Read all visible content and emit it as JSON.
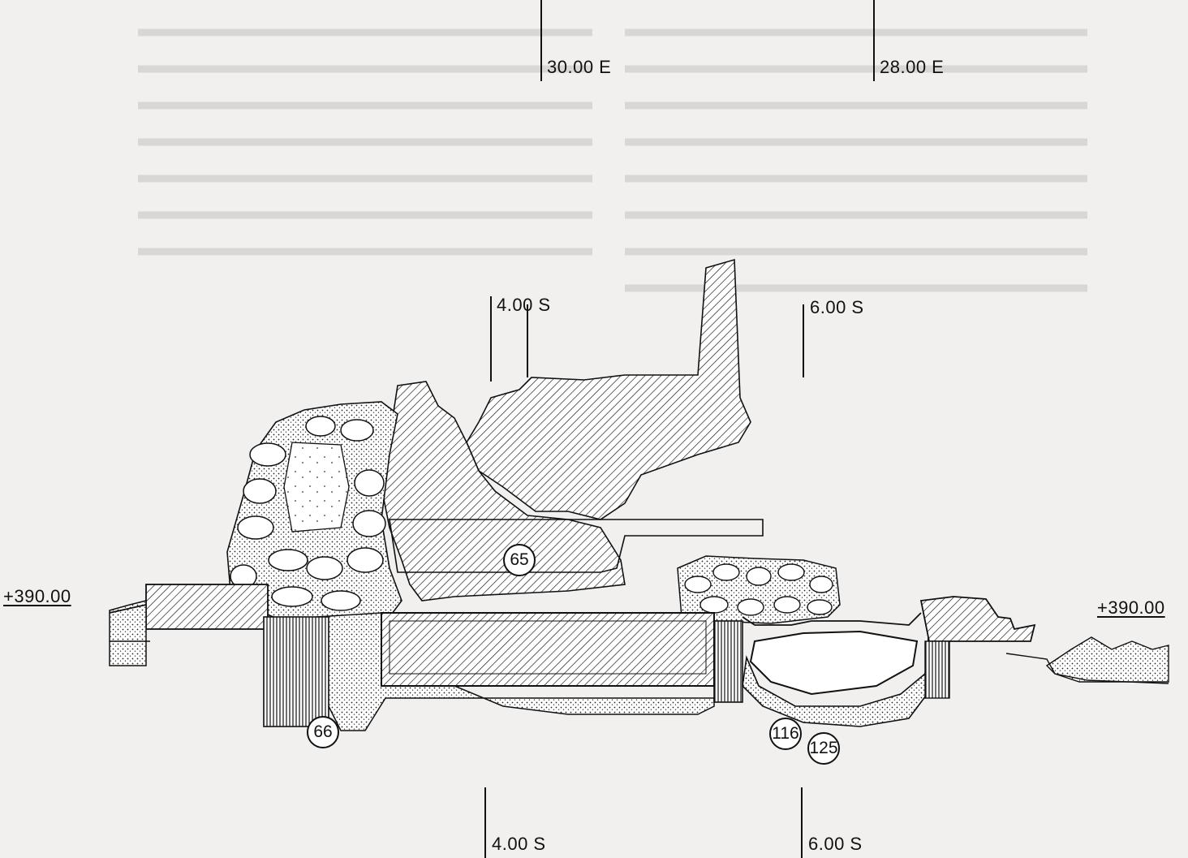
{
  "axes": {
    "top_left": "30.00 E",
    "top_right": "28.00 E",
    "mid_left": "4.00 S",
    "mid_right": "6.00 S",
    "bottom_left": "4.00 S",
    "bottom_right": "6.00 S"
  },
  "levels": {
    "left": "+390.00",
    "right": "+390.00"
  },
  "tombs": {
    "t65": "65",
    "t66": "66",
    "t116": "116",
    "t125": "125"
  },
  "colors": {
    "ink": "#111111",
    "paper": "#f1f0ee",
    "stone": "#ffffff"
  }
}
